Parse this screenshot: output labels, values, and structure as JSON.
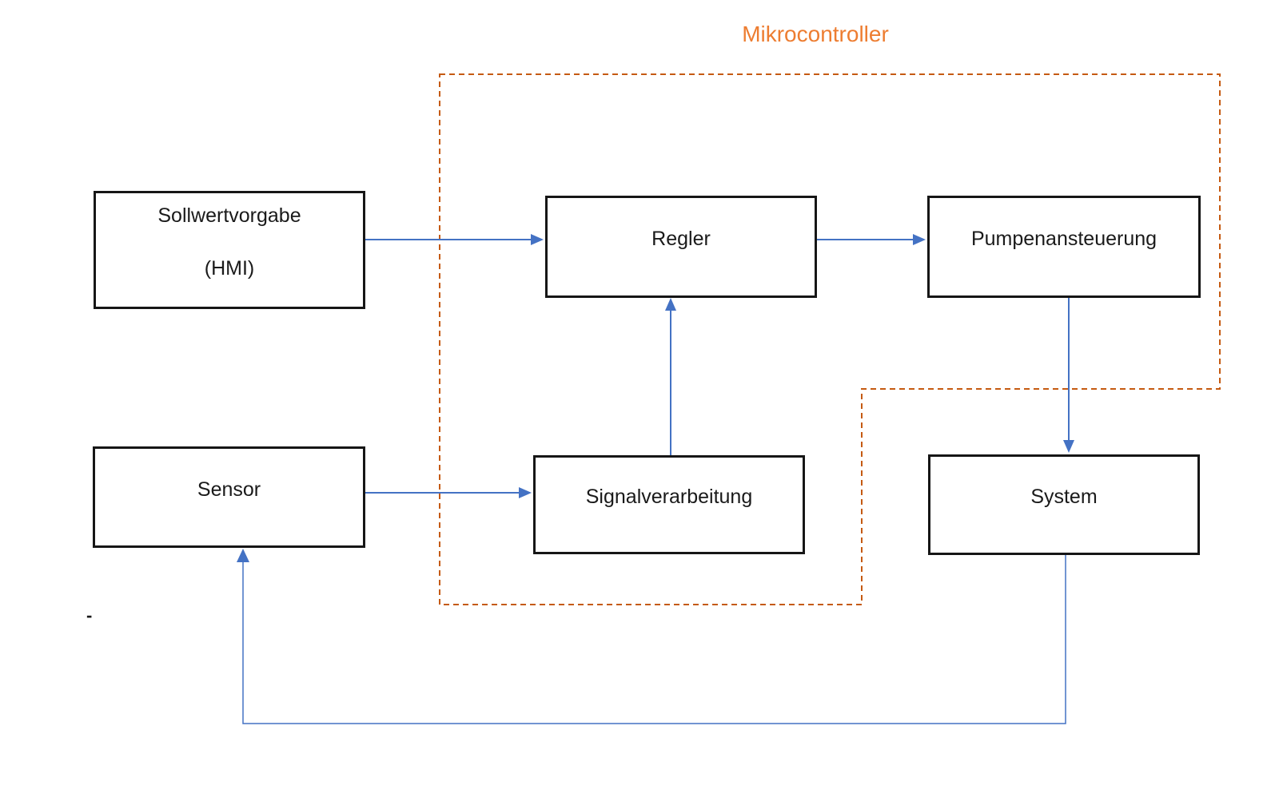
{
  "diagram": {
    "title": "Mikrocontroller",
    "boxes": {
      "sollwertvorgabe": {
        "line1": "Sollwertvorgabe",
        "line2": "(HMI)"
      },
      "regler": {
        "label": "Regler"
      },
      "pumpenansteuerung": {
        "label": "Pumpenansteuerung"
      },
      "sensor": {
        "label": "Sensor"
      },
      "signalverarbeitung": {
        "label": "Signalverarbeitung"
      },
      "system": {
        "label": "System"
      }
    },
    "connections": {
      "sollwertvorgabe_to_regler": "Sollwertvorgabe (HMI) -> Regler",
      "regler_to_pumpenansteuerung": "Regler -> Pumpenansteuerung",
      "signalverarbeitung_to_regler": "Signalverarbeitung -> Regler",
      "sensor_to_signalverarbeitung": "Sensor -> Signalverarbeitung",
      "pumpenansteuerung_to_system": "Pumpenansteuerung -> System",
      "system_to_sensor_feedback": "System -> Sensor (feedback loop)"
    },
    "stray_mark": "-",
    "colors": {
      "connector_blue": "#4472C4",
      "title_orange": "#ED7D31",
      "dashed_border_orange": "#C55A11",
      "box_border_black": "#161616",
      "text_black": "#1a1a1a",
      "background_white": "#FFFFFF"
    }
  }
}
